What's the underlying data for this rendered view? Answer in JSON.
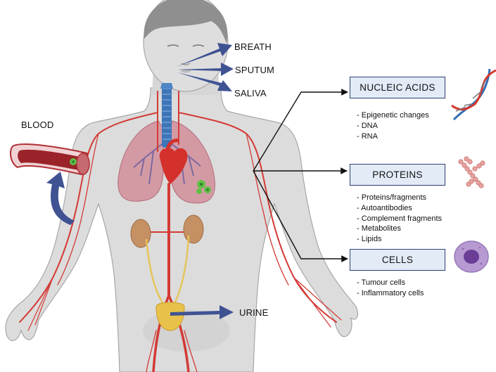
{
  "labels": {
    "breath": "BREATH",
    "sputum": "SPUTUM",
    "saliva": "SALIVA",
    "blood": "BLOOD",
    "urine": "URINE"
  },
  "categories": [
    {
      "title": "NUCLEIC ACIDS",
      "items": [
        "Epigenetic changes",
        "DNA",
        "RNA"
      ]
    },
    {
      "title": "PROTEINS",
      "items": [
        "Proteins/fragments",
        "Autoantibodies",
        "Complement fragments",
        "Metabolites",
        "Lipids"
      ]
    },
    {
      "title": "CELLS",
      "items": [
        "Tumour cells",
        "Inflammatory cells"
      ]
    }
  ],
  "icons": [
    "human-body-figure-icon",
    "dna-helix-icon",
    "protein-beads-icon",
    "cell-icon",
    "blood-vessel-icon"
  ],
  "colors": {
    "arrow": "#3f5393",
    "box_fill": "#e3ebf7",
    "box_border": "#2e3f73",
    "artery": "#d33a35",
    "body": "#dcdcdc",
    "lungs": "#d49aa4",
    "trachea": "#3c75b8",
    "kidney": "#c69065",
    "urine": "#e8c14a"
  }
}
